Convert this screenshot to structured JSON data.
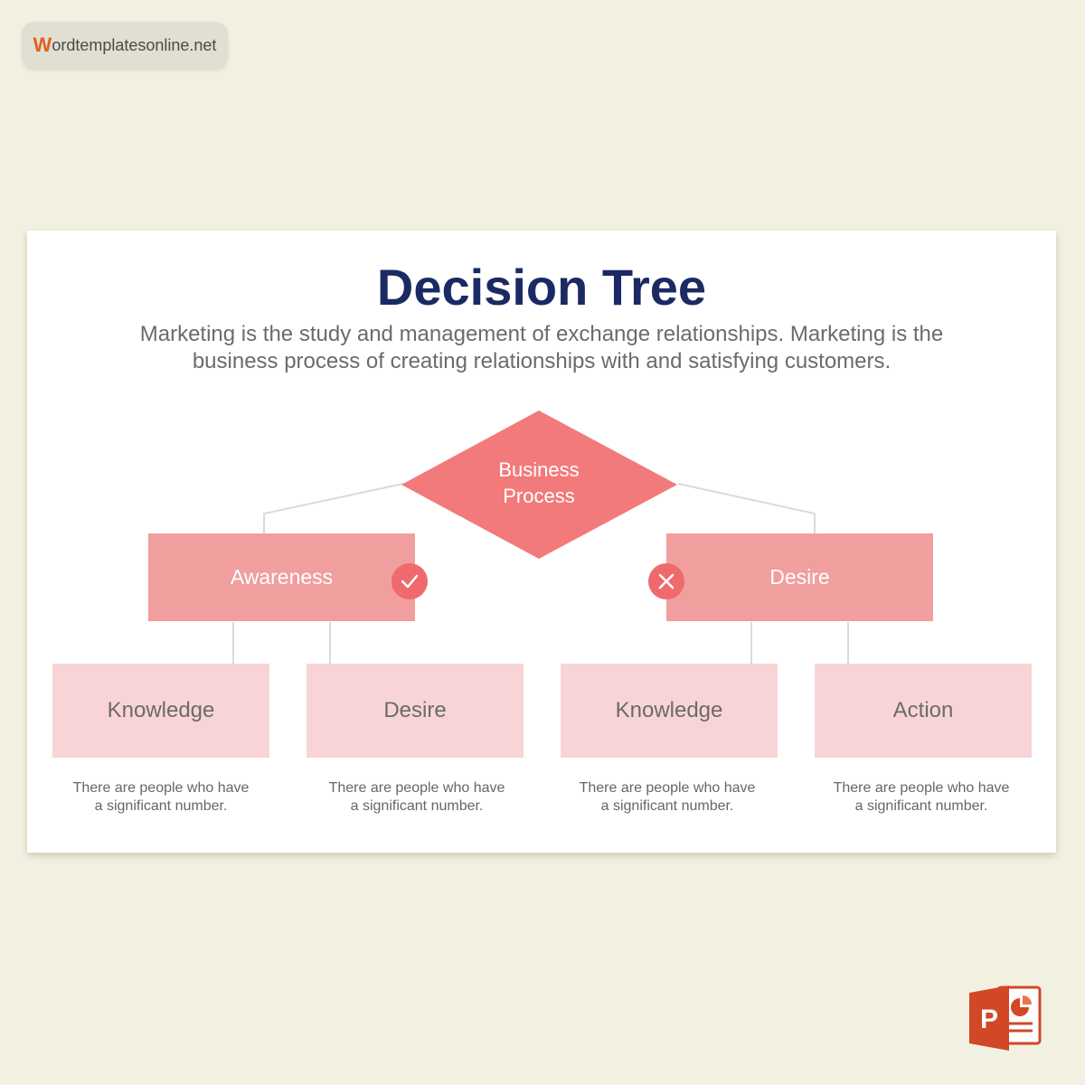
{
  "watermark": {
    "initial": "W",
    "rest": "ordtemplatesonline.net"
  },
  "slide": {
    "title": "Decision Tree",
    "subtitle_line1": "Marketing is the study and management of exchange relationships. Marketing is the",
    "subtitle_line2": "business process of creating relationships with and satisfying customers."
  },
  "tree": {
    "root": {
      "line1": "Business",
      "line2": "Process"
    },
    "branches": [
      {
        "label": "Awareness",
        "status": "check-icon"
      },
      {
        "label": "Desire",
        "status": "cross-icon"
      }
    ],
    "leaves": [
      {
        "label": "Knowledge",
        "description_line1": "There are people who have",
        "description_line2": "a significant number."
      },
      {
        "label": "Desire",
        "description_line1": "There are people who have",
        "description_line2": "a significant number."
      },
      {
        "label": "Knowledge",
        "description_line1": "There are people who have",
        "description_line2": "a significant number."
      },
      {
        "label": "Action",
        "description_line1": "There are people who have",
        "description_line2": "a significant number."
      }
    ]
  },
  "colors": {
    "background": "#f2f1e1",
    "title": "#1b2a63",
    "diamond": "#f27a7b",
    "branch_box": "#f09e9e",
    "leaf_box": "#f9d4d6",
    "status_circle": "#ee6a6d",
    "powerpoint": "#d24726"
  },
  "app_icon": {
    "name": "powerpoint-icon",
    "letter": "P"
  }
}
